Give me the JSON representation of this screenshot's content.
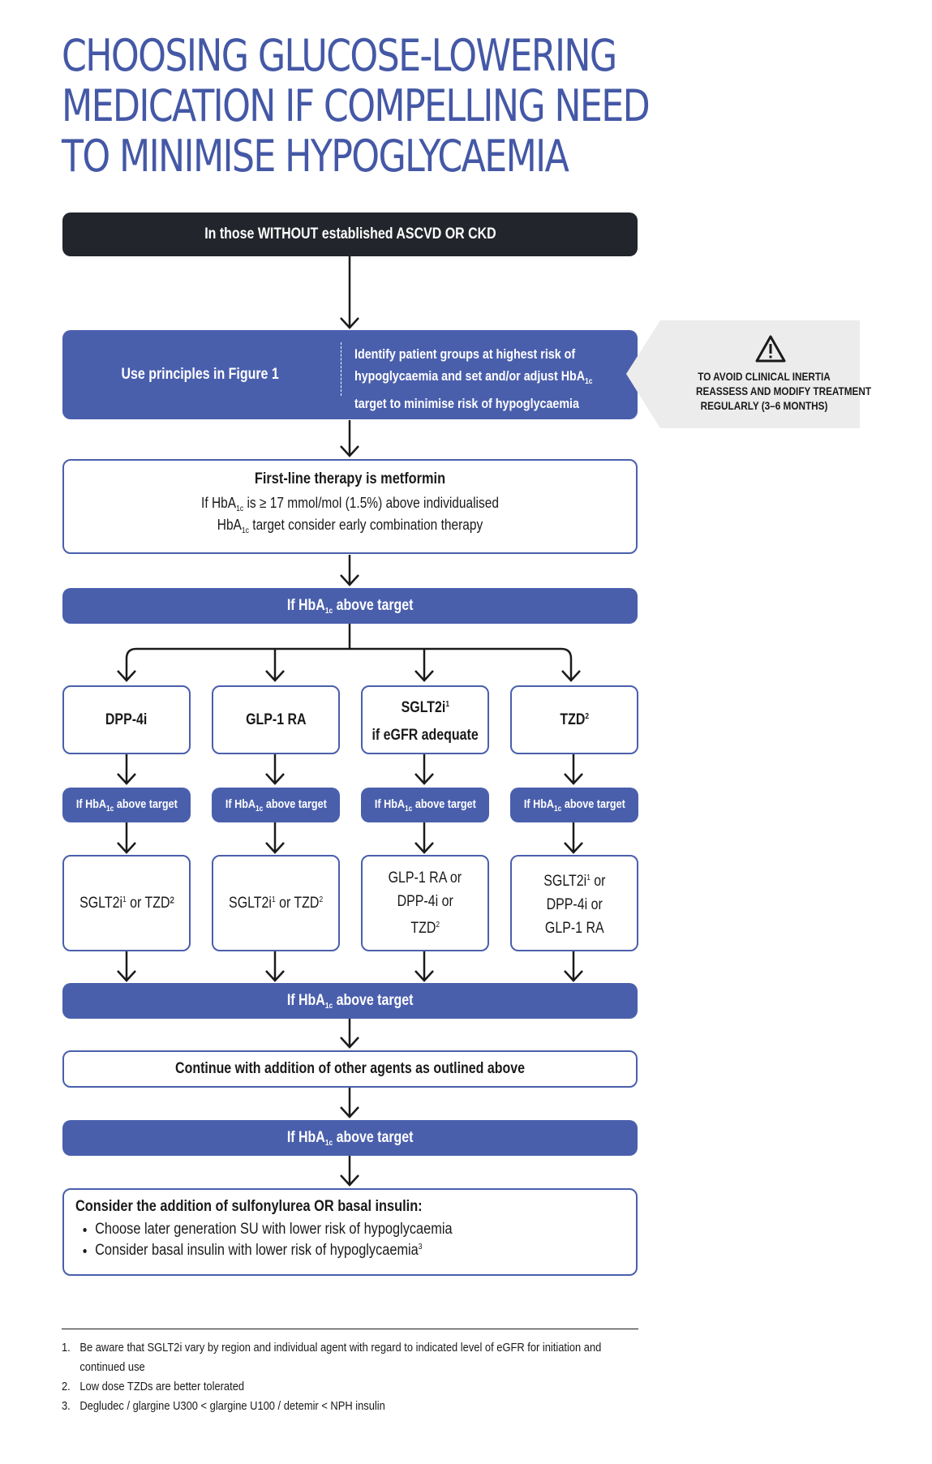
{
  "title": {
    "line1": "CHOOSING GLUCOSE-LOWERING",
    "line2": "MEDICATION IF COMPELLING NEED",
    "line3": "TO MINIMISE HYPOGLYCAEMIA"
  },
  "top_box": "In those WITHOUT established ASCVD OR CKD",
  "principles": {
    "left": "Use principles in Figure 1",
    "right_line1": "Identify patient groups at highest risk of",
    "right_line2_pre": "hypoglycaemia and set and/or adjust HbA",
    "right_line2_sub": "1c",
    "right_line3": "target to minimise risk of hypoglycaemia"
  },
  "inertia_note": {
    "icon": "warning-triangle-icon",
    "line1": "TO AVOID CLINICAL INERTIA",
    "line2": "REASSESS AND MODIFY TREATMENT",
    "line3": "REGULARLY (3–6 MONTHS)"
  },
  "first_line": {
    "heading": "First-line therapy is metformin",
    "l1_pre": "If HbA",
    "l1_sub": "1c",
    "l1_post": " is ≥ 17 mmol/mol (1.5%) above individualised",
    "l2_pre": "HbA",
    "l2_sub": "1c",
    "l2_post": " target consider early combination therapy"
  },
  "hba1c_label": {
    "pre": "If HbA",
    "sub": "1c",
    "post": " above target"
  },
  "options": [
    {
      "name": "DPP-4i",
      "sup": "",
      "extra": ""
    },
    {
      "name": "GLP-1 RA",
      "sup": "",
      "extra": ""
    },
    {
      "name": "SGLT2i",
      "sup": "1",
      "extra": "if eGFR adequate"
    },
    {
      "name": "TZD",
      "sup": "2",
      "extra": ""
    }
  ],
  "second": [
    {
      "l1": "SGLT2i",
      "l1_sup": "1",
      "l1_post": " or TZD²",
      "l2": "",
      "l3": "",
      "l3_sup": ""
    },
    {
      "l1": "SGLT2i",
      "l1_sup": "1",
      "l1_post": " or TZD",
      "l1_post_sup": "2",
      "l2": "",
      "l3": "",
      "l3_sup": ""
    },
    {
      "l1": "GLP-1 RA or",
      "l1_sup": "",
      "l1_post": "",
      "l2": "DPP-4i or",
      "l3": "TZD",
      "l3_sup": "2"
    },
    {
      "l1": "SGLT2i",
      "l1_sup": "1",
      "l1_post": " or",
      "l2": "DPP-4i or",
      "l3": "GLP-1 RA",
      "l3_sup": ""
    }
  ],
  "continue_box": "Continue with addition of other agents as outlined above",
  "final": {
    "heading_pre": "Consider the addition of sulfonylurea ",
    "heading_or": "OR",
    "heading_post": " basal insulin:",
    "bullet1": "Choose later generation SU with lower risk of hypoglycaemia",
    "bullet2": "Consider basal insulin with lower risk of hypoglycaemia",
    "bullet2_sup": "3"
  },
  "footnotes": [
    {
      "n": "1.",
      "text": "Be aware that SGLT2i vary by region and individual agent with regard to indicated level of eGFR for initiation and continued use"
    },
    {
      "n": "2.",
      "text": "Low dose TZDs are better tolerated"
    },
    {
      "n": "3.",
      "text": "Degludec / glargine U300 < glargine U100 / detemir < NPH insulin"
    }
  ],
  "colors": {
    "blue": "#4a5fac",
    "title_blue": "#4458a6",
    "dark": "#22252b",
    "note_bg": "#ececec"
  }
}
